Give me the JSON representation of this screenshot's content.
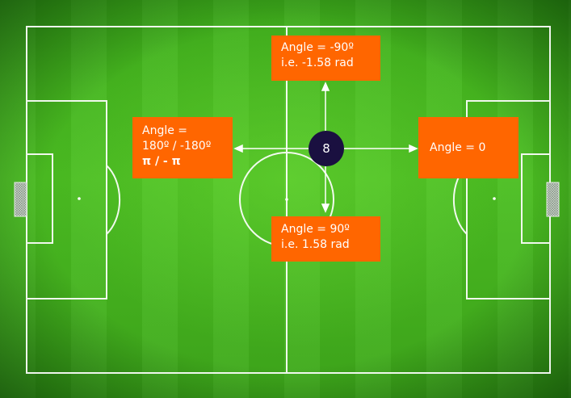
{
  "diagram": {
    "player_number": "8",
    "labels": {
      "up": {
        "line1": "Angle = -90º",
        "line2": "i.e. -1.58 rad"
      },
      "left": {
        "line1": "Angle =",
        "line2": "180º / -180º",
        "line3": "π / - π"
      },
      "right": {
        "line1": "Angle = 0"
      },
      "down": {
        "line1": "Angle = 90º",
        "line2": "i.e. 1.58 rad"
      }
    },
    "colors": {
      "label_background": "#ff6600",
      "player_fill": "#1a1040",
      "pitch_lines": "#ffffff",
      "pitch_green": "#4cbf22"
    }
  }
}
